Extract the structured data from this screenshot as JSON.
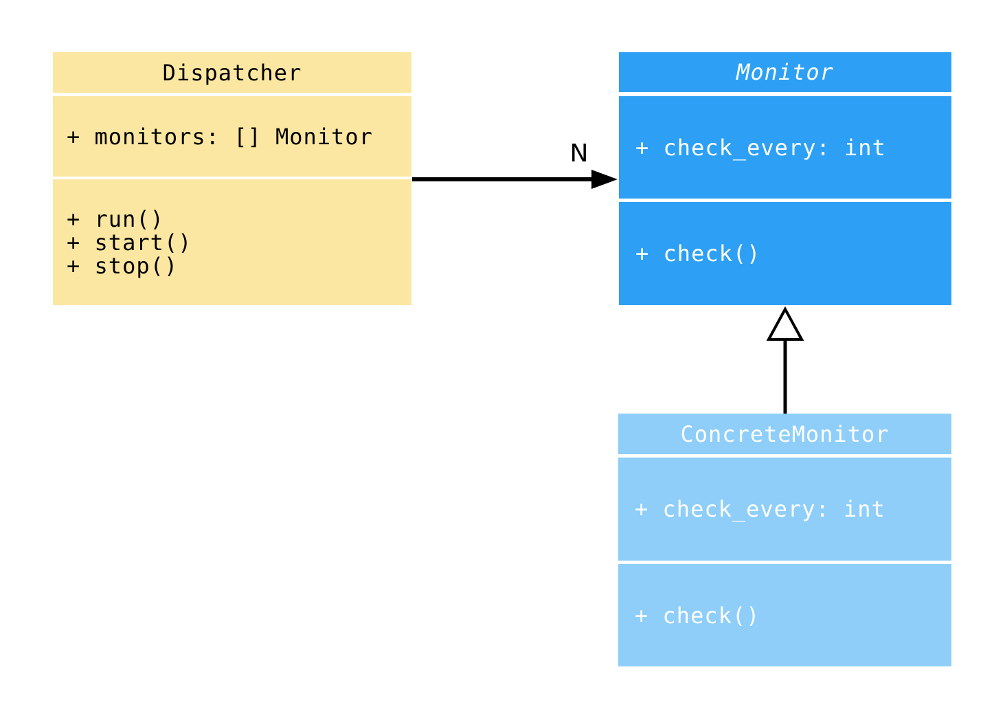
{
  "diagram": {
    "type": "uml-class-diagram",
    "background": "#ffffff",
    "line_color": "#000000",
    "classes": [
      {
        "name": "Dispatcher",
        "abstract": false,
        "fill": "#FBE7A1",
        "text_color": "#000000",
        "attributes": [
          "+ monitors: [] Monitor"
        ],
        "methods": [
          "+ run()",
          "+ start()",
          "+ stop()"
        ]
      },
      {
        "name": "Monitor",
        "abstract": true,
        "fill": "#2DA0F5",
        "text_color": "#ffffff",
        "attributes": [
          "+ check_every: int"
        ],
        "methods": [
          "+ check()"
        ]
      },
      {
        "name": "ConcreteMonitor",
        "abstract": false,
        "fill": "#8ECEF9",
        "text_color": "#ffffff",
        "attributes": [
          "+ check_every: int"
        ],
        "methods": [
          "+ check()"
        ]
      }
    ],
    "relations": [
      {
        "type": "association",
        "from": "Dispatcher",
        "to": "Monitor",
        "label": "N",
        "head": "filled-arrow"
      },
      {
        "type": "inheritance",
        "from": "ConcreteMonitor",
        "to": "Monitor",
        "head": "hollow-triangle"
      }
    ]
  }
}
